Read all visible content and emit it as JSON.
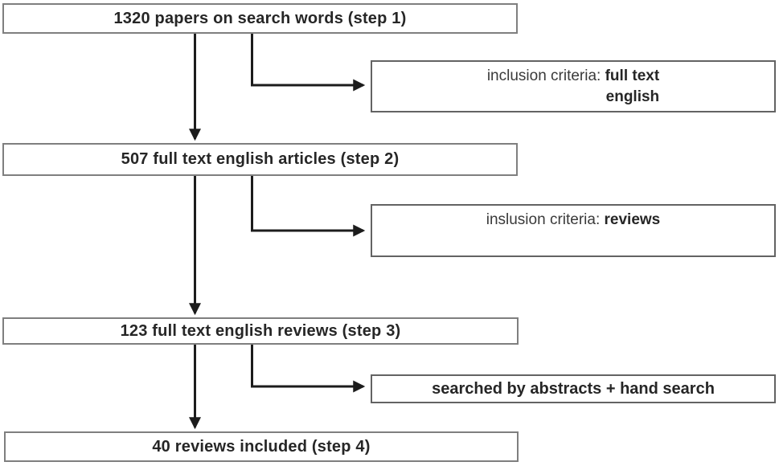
{
  "flowchart": {
    "steps": [
      {
        "label": "1320 papers on search words (step 1)"
      },
      {
        "label": "507 full text english articles (step 2)"
      },
      {
        "label": "123 full text english reviews (step 3)"
      },
      {
        "label": "40 reviews included (step 4)"
      }
    ],
    "criteria": [
      {
        "normal": "inclusion criteria:",
        "bold_line1": "full text",
        "bold_line2": "english"
      },
      {
        "normal": "inslusion criteria:",
        "bold_line1": "reviews"
      },
      {
        "bold_line1": "searched by abstracts + hand search"
      }
    ],
    "colors": {
      "main_box_border": "#7f7f7f",
      "side_box_border": "#636363",
      "arrow": "#1c1c1c",
      "text": "#262626",
      "background": "#ffffff"
    }
  }
}
